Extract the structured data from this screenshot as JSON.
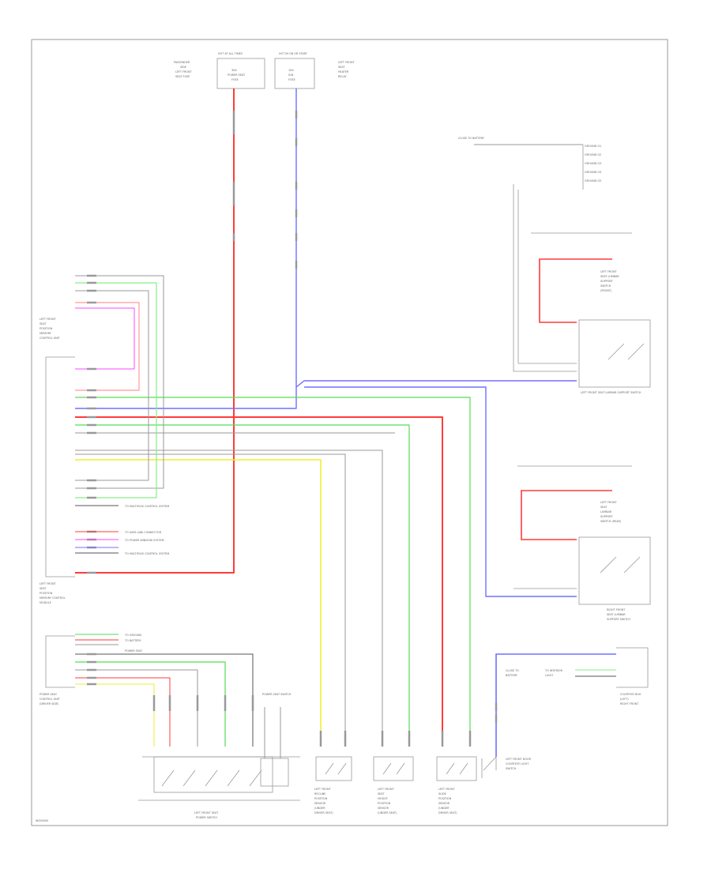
{
  "diagram": {
    "footer_code": "W000000",
    "colors": {
      "red": "#ff3b3b",
      "blue": "#7070ff",
      "green": "#55dd55",
      "lightgreen": "#88ee88",
      "yellow": "#eeee33",
      "gray": "#999999",
      "darkgray": "#555555",
      "magenta": "#ff44ff",
      "pink": "#ff9999",
      "border": "#999999"
    },
    "top_fuse_left": {
      "header": "HOT AT ALL TIMES",
      "left_text": [
        "PASSENGER",
        "SIDE",
        "LEFT FRONT",
        "SEAT FUSE"
      ],
      "box_text": [
        "30A",
        "POWER SEAT",
        "FUSE"
      ]
    },
    "top_fuse_right": {
      "header": "HOT IN ON OR START",
      "box_text": [
        "10A",
        "IGN",
        "FUSE"
      ],
      "right_text": [
        "LEFT FRONT",
        "SEAT",
        "HEATER",
        "RELAY"
      ]
    },
    "ground_top_right": {
      "title": "CLOSE TO BATTERY",
      "rows": [
        "GROUND G1",
        "GROUND G2",
        "GROUND G3",
        "GROUND G4",
        "GROUND G5"
      ]
    },
    "lumbar_switch_upper": {
      "title": [
        "LEFT FRONT",
        "SEAT LUMBAR",
        "SUPPORT",
        "SWITCH",
        "(FRONT)"
      ],
      "bottom_label": "LEFT FRONT SEAT LUMBAR SUPPORT SWITCH"
    },
    "lumbar_switch_lower": {
      "title": [
        "LEFT FRONT",
        "SEAT",
        "LUMBAR",
        "SUPPORT",
        "SWITCH (REAR)"
      ],
      "bottom_label": [
        "RIGHT FRONT",
        "SEAT LUMBAR",
        "SUPPORT SWITCH"
      ]
    },
    "control_unit": {
      "title_upper": [
        "LEFT FRONT",
        "SEAT",
        "POSITION",
        "MEMORY",
        "CONTROL UNIT"
      ],
      "title_lower": [
        "LEFT FRONT",
        "SEAT",
        "POSITION",
        "MEMORY CONTROL",
        "MODULE"
      ],
      "notes": [
        "TO MULTIPLEX CONTROL SYSTEM",
        "TO DATA LINK CONNECTOR",
        "TO POWER WINDOW SYSTEM",
        "TO MULTIPLEX CONTROL SYSTEM"
      ]
    },
    "power_seat_switch": {
      "title": [
        "POWER SEAT",
        "CONTROL UNIT",
        "(DRIVER SIDE)"
      ],
      "notes": [
        "TO GROUND",
        "TO BATTERY",
        "POWER SEAT"
      ],
      "bottom_label": [
        "LEFT FRONT SEAT",
        "POWER SWITCH"
      ],
      "connector_label": "POWER SEAT SWITCH"
    },
    "motors": [
      {
        "label": [
          "LEFT FRONT",
          "RECLINE",
          "POSITION",
          "SENSOR",
          "(UNDER",
          "DRIVER SEAT)"
        ]
      },
      {
        "label": [
          "LEFT FRONT",
          "SEAT",
          "HEIGHT",
          "POSITION",
          "SENSOR",
          "(UNDER SEAT)"
        ]
      },
      {
        "label": [
          "LEFT FRONT",
          "SLIDE",
          "POSITION",
          "SENSOR",
          "(UNDER",
          "DRIVER SEAT)"
        ]
      }
    ],
    "door_switch": {
      "label": [
        "LEFT FRONT DOOR",
        "COURTESY LIGHT",
        "SWITCH"
      ],
      "left_text": [
        "CLOSE TO",
        "BATTERY"
      ],
      "notes": [
        "TO INTERIOR",
        "LIGHT"
      ],
      "right_title": [
        "COURTESY BOX",
        "(LEFT)",
        "RIGHT FRONT"
      ]
    }
  }
}
